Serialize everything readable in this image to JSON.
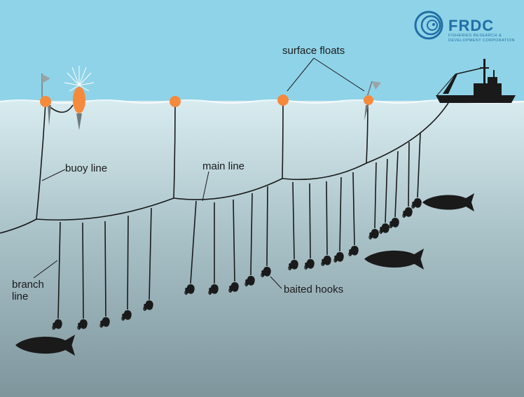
{
  "logo": {
    "title": "FRDC",
    "subtitle_line1": "FISHERIES RESEARCH &",
    "subtitle_line2": "DEVELOPMENT CORPORATION"
  },
  "labels": {
    "surface_floats": "surface floats",
    "buoy_line": "buoy line",
    "main_line": "main line",
    "branch_line_1": "branch",
    "branch_line_2": "line",
    "baited_hooks": "baited hooks"
  },
  "colors": {
    "sky": "#8fd3e8",
    "water_top": "#d8ecf0",
    "water_bottom": "#7e959c",
    "float": "#f58a3c",
    "ink": "#1a1a1a",
    "brand": "#1f6fa6"
  }
}
